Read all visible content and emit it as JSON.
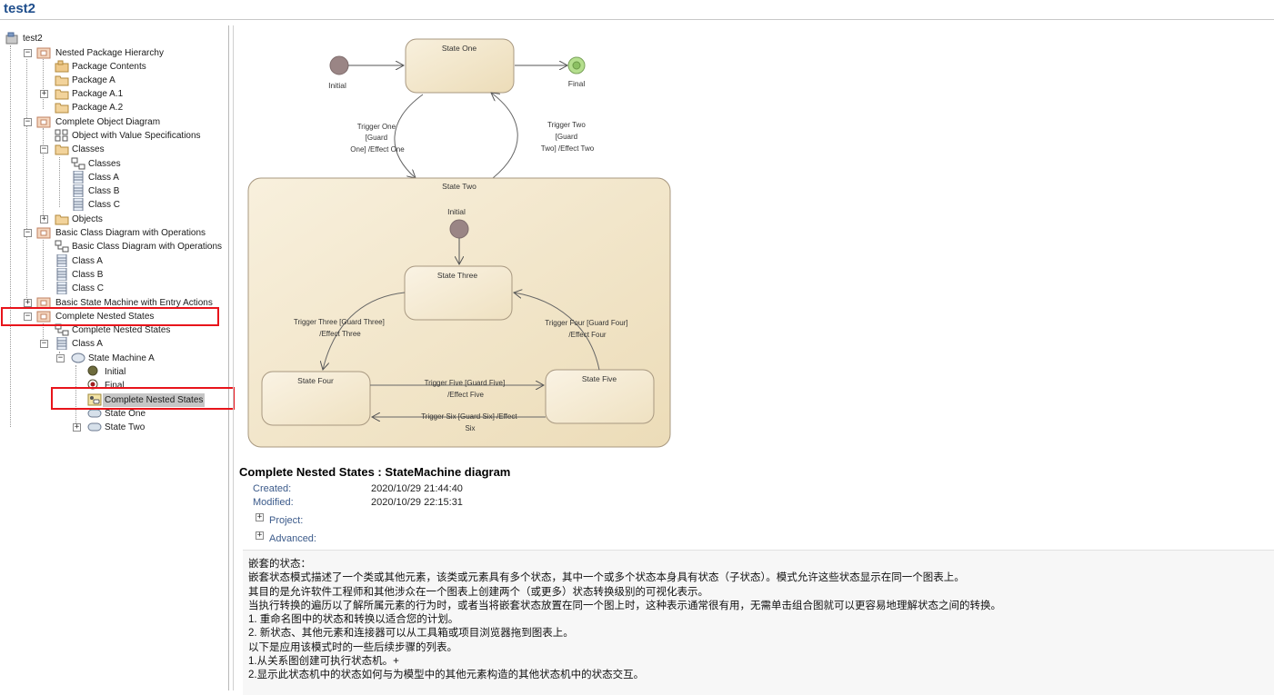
{
  "window": {
    "title": "test2"
  },
  "tree": {
    "root": "test2",
    "items": [
      "Nested Package Hierarchy",
      "Package Contents",
      "Package A",
      "Package A.1",
      "Package A.2",
      "Complete Object Diagram",
      "Object with Value Specifications",
      "Classes",
      "Classes",
      "Class A",
      "Class B",
      "Class C",
      "Objects",
      "Basic Class Diagram with Operations",
      "Basic Class Diagram with Operations",
      "Class A",
      "Class B",
      "Class C",
      "Basic State Machine with Entry Actions",
      "Complete Nested States",
      "Complete Nested States",
      "Class A",
      "State Machine A",
      "Initial",
      "Final",
      "Complete Nested States",
      "State One",
      "State Two"
    ]
  },
  "diagram": {
    "initial_label": "Initial",
    "final_label": "Final",
    "state_one": "State One",
    "state_two": "State Two",
    "inner_initial": "Initial",
    "state_three": "State Three",
    "state_four": "State Four",
    "state_five": "State Five",
    "t_one": [
      "Trigger One",
      "[Guard",
      "One] /Effect One"
    ],
    "t_two": [
      "Trigger Two",
      "[Guard",
      "Two] /Effect Two"
    ],
    "t_three": [
      "Trigger Three [Guard Three]",
      "/Effect Three"
    ],
    "t_four": [
      "Trigger Four [Guard Four]",
      "/Effect Four"
    ],
    "t_five": [
      "Trigger Five [Guard Five]",
      "/Effect Five"
    ],
    "t_six": [
      "Trigger Six [Guard Six] /Effect",
      "Six"
    ]
  },
  "info": {
    "title": "Complete Nested States : StateMachine diagram",
    "created_label": "Created:",
    "created_value": "2020/10/29 21:44:40",
    "modified_label": "Modified:",
    "modified_value": "2020/10/29 22:15:31",
    "project_label": "Project:",
    "advanced_label": "Advanced:"
  },
  "notes": [
    "嵌套的状态：",
    "嵌套状态模式描述了一个类或其他元素，该类或元素具有多个状态，其中一个或多个状态本身具有状态（子状态）。模式允许这些状态显示在同一个图表上。",
    "其目的是允许软件工程师和其他涉众在一个图表上创建两个（或更多）状态转换级别的可视化表示。",
    "当执行转换的遍历以了解所属元素的行为时，或者当将嵌套状态放置在同一个图上时，这种表示通常很有用，无需单击组合图就可以更容易地理解状态之间的转换。",
    "1. 重命名图中的状态和转换以适合您的计划。",
    "2. 新状态、其他元素和连接器可以从工具箱或项目浏览器拖到图表上。",
    "以下是应用该模式时的一些后续步骤的列表。",
    "1.从关系图创建可执行状态机。+",
    "2.显示此状态机中的状态如何与为模型中的其他元素构造的其他状态机中的状态交互。"
  ],
  "colors": {
    "state_fill": "#f5ead0",
    "state_border": "#a89880",
    "initial_node": "#9a8585",
    "final_node": "#b5df8e",
    "highlight": "#e8141b",
    "title_blue": "#1f4e8c"
  }
}
